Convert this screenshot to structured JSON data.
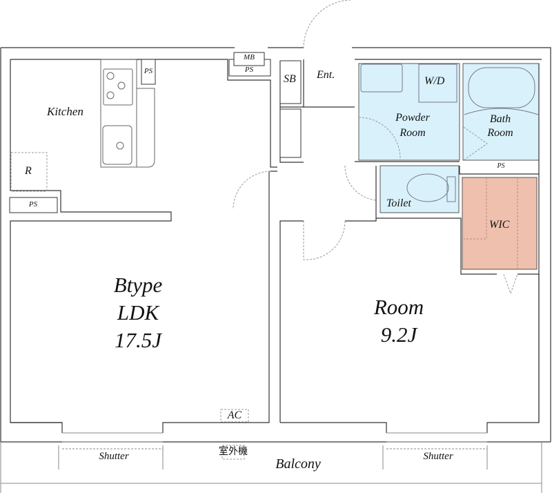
{
  "plan": {
    "type_label": "Btype",
    "colors": {
      "wet_area": "#d9f1fb",
      "closet": "#efc0ad",
      "wall": "#333333"
    },
    "rooms": {
      "ldk": {
        "name": "LDK",
        "size": "17.5J"
      },
      "room": {
        "name": "Room",
        "size": "9.2J"
      },
      "kitchen": "Kitchen",
      "entrance": "Ent.",
      "shoe_box": "SB",
      "washer_dryer": "W/D",
      "powder_room_line1": "Powder",
      "powder_room_line2": "Room",
      "bath_line1": "Bath",
      "bath_line2": "Room",
      "toilet": "Toilet",
      "wic": "WIC",
      "refrigerator": "R",
      "balcony": "Balcony"
    },
    "fixtures": {
      "pipe_space": "PS",
      "meter_box": "MB",
      "air_conditioner": "AC",
      "outdoor_unit": "室外機",
      "shutter": "Shutter"
    }
  }
}
